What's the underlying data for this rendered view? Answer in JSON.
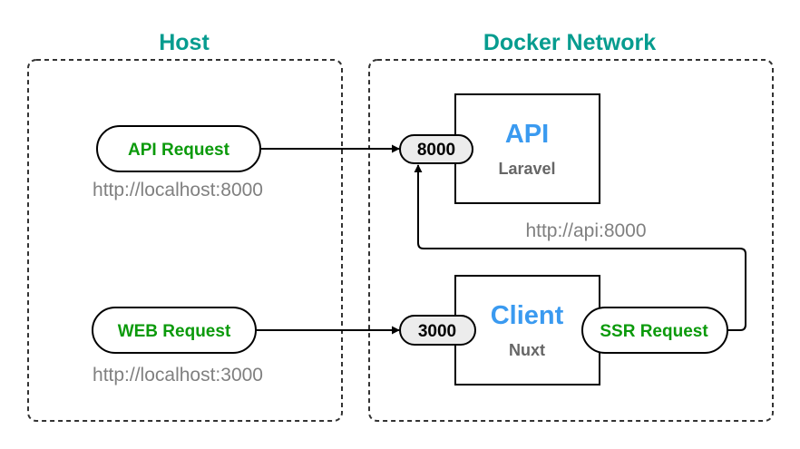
{
  "colors": {
    "group_title": "#069c8f",
    "request_label": "#0b9a0b",
    "url_text": "#808080",
    "service_name": "#3a9af0",
    "service_tech": "#666666",
    "port_fill": "#ececec",
    "stroke": "#000000",
    "group_border": "#333333"
  },
  "groups": {
    "host": {
      "title": "Host"
    },
    "docker": {
      "title": "Docker Network"
    }
  },
  "requests": {
    "api": {
      "label": "API Request",
      "url": "http://localhost:8000"
    },
    "web": {
      "label": "WEB Request",
      "url": "http://localhost:3000"
    },
    "ssr": {
      "label": "SSR Request",
      "url": "http://api:8000"
    }
  },
  "ports": {
    "api": "8000",
    "client": "3000"
  },
  "services": {
    "api": {
      "name": "API",
      "tech": "Laravel"
    },
    "client": {
      "name": "Client",
      "tech": "Nuxt"
    }
  }
}
